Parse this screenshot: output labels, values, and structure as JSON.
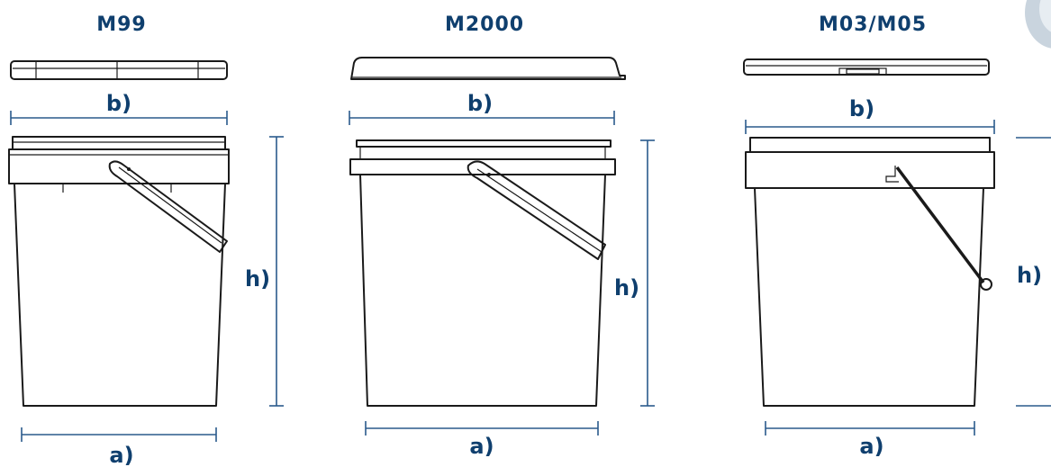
{
  "colors": {
    "text": "#0f3f6e",
    "dimension": "#2a5a8c",
    "outline": "#1a1a1a",
    "background": "#ffffff"
  },
  "buckets": [
    {
      "title": "M99",
      "label_a": "a)",
      "label_b": "b)",
      "label_h": "h)"
    },
    {
      "title": "M2000",
      "label_a": "a)",
      "label_b": "b)",
      "label_h": "h)"
    },
    {
      "title": "M03/M05",
      "label_a": "a)",
      "label_b": "b)",
      "label_h": "h)"
    }
  ]
}
